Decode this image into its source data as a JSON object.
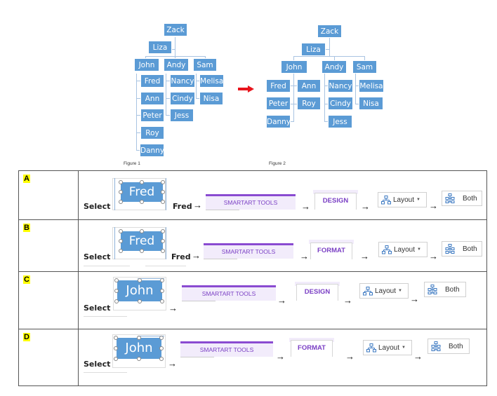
{
  "figure1": {
    "caption": "Figure 1",
    "nodes": {
      "zack": "Zack",
      "liza": "Liza",
      "john": "John",
      "andy": "Andy",
      "sam": "Sam",
      "fred": "Fred",
      "ann": "Ann",
      "peter": "Peter",
      "roy": "Roy",
      "danny": "Danny",
      "nancy": "Nancy",
      "cindy": "Cindy",
      "jess": "Jess",
      "melisa": "Melisa",
      "nisa": "Nisa"
    }
  },
  "figure2": {
    "caption": "Figure 2",
    "nodes": {
      "zack": "Zack",
      "liza": "Liza",
      "john": "John",
      "andy": "Andy",
      "sam": "Sam",
      "fred": "Fred",
      "ann": "Ann",
      "peter": "Peter",
      "roy": "Roy",
      "danny": "Danny",
      "nancy": "Nancy",
      "cindy": "Cindy",
      "jess": "Jess",
      "melisa": "Melisa",
      "nisa": "Nisa"
    }
  },
  "transition_arrow_color": "#e8141c",
  "options": [
    {
      "letter": "A",
      "select_label": "Select",
      "shape_text": "Fred",
      "after_label": "Fred",
      "ribbon_group": "SMARTART TOOLS",
      "tab": "DESIGN",
      "layout_button": "Layout",
      "both_button": "Both"
    },
    {
      "letter": "B",
      "select_label": "Select",
      "shape_text": "Fred",
      "after_label": "Fred",
      "ribbon_group": "SMARTART TOOLS",
      "tab": "FORMAT",
      "layout_button": "Layout",
      "both_button": "Both"
    },
    {
      "letter": "C",
      "select_label": "Select",
      "shape_text": "John",
      "ribbon_group": "SMARTART TOOLS",
      "tab": "DESIGN",
      "layout_button": "Layout",
      "both_button": "Both"
    },
    {
      "letter": "D",
      "select_label": "Select",
      "shape_text": "John",
      "ribbon_group": "SMARTART TOOLS",
      "tab": "FORMAT",
      "layout_button": "Layout",
      "both_button": "Both"
    }
  ],
  "arrow_glyph": "→",
  "colors": {
    "node": "#5b9bd5",
    "ribbon_accent": "#8a4bd1",
    "ribbon_text": "#7a3fc4",
    "highlight": "#ffff00"
  }
}
